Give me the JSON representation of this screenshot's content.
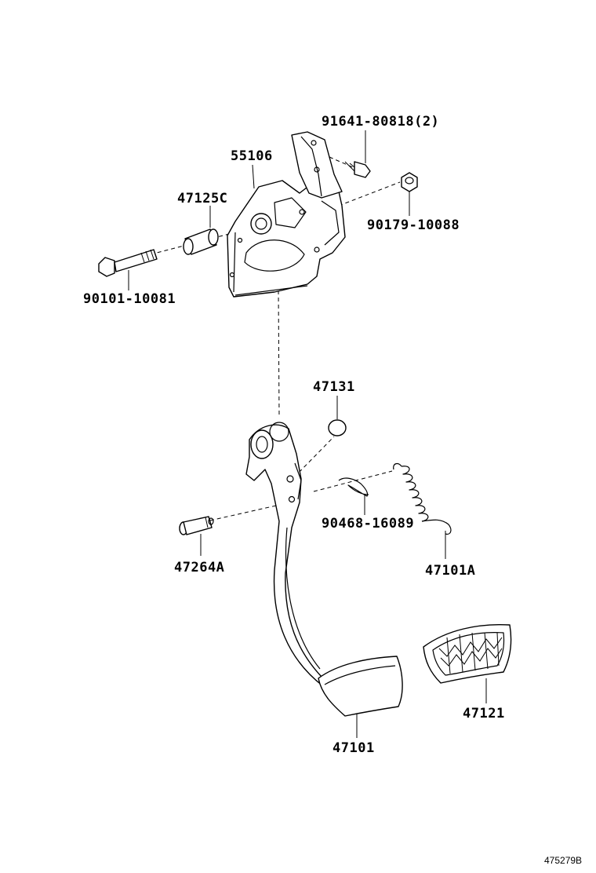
{
  "labels": {
    "bolt_91641": "91641-80818(2)",
    "bracket": "55106",
    "bushing": "47125C",
    "nut": "90179-10088",
    "bolt_90101": "90101-10081",
    "cushion": "47131",
    "clip": "90468-16089",
    "pin": "47264A",
    "spring": "47101A",
    "pedal": "47101",
    "pad": "47121"
  },
  "figure_id": "475279B"
}
